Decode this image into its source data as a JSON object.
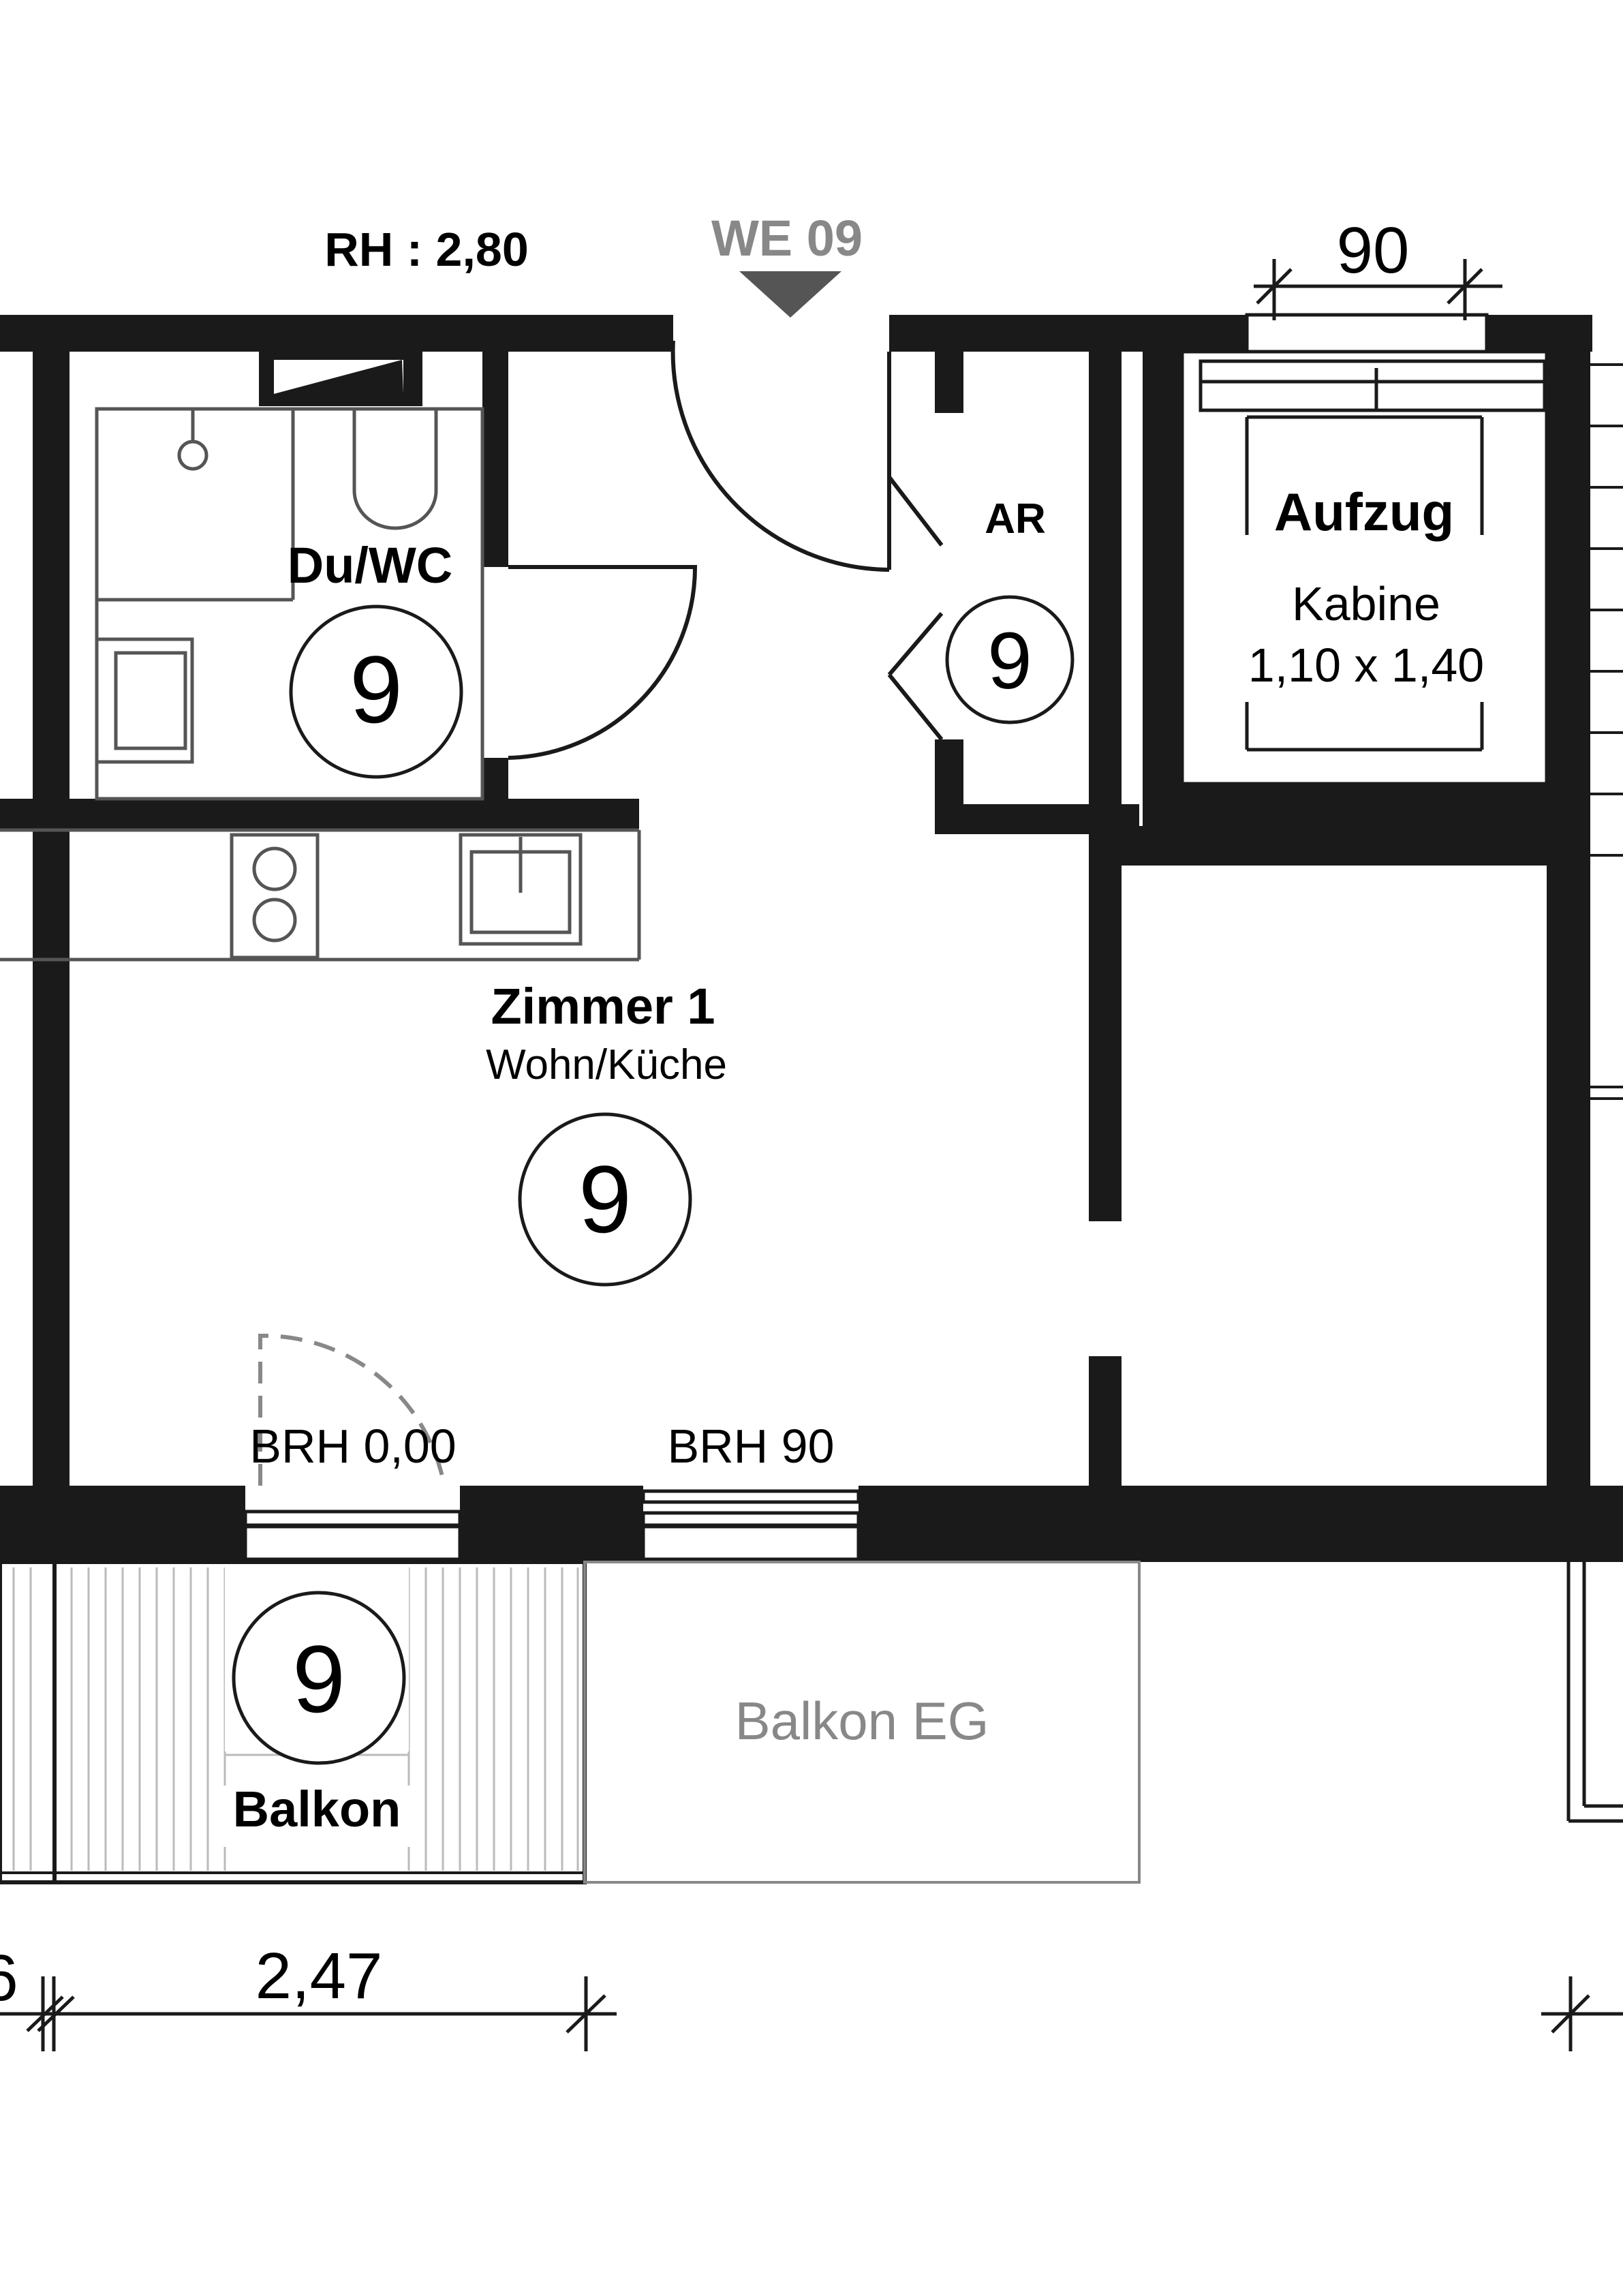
{
  "header": {
    "ceiling_height": "RH : 2,80",
    "unit_id": "WE 09"
  },
  "rooms": {
    "bath": {
      "name": "Du/WC",
      "number": "9"
    },
    "storage": {
      "name": "AR",
      "number": "9"
    },
    "elevator": {
      "name": "Aufzug",
      "cabin_label": "Kabine",
      "cabin_size": "1,10 x 1,40"
    },
    "living": {
      "name": "Zimmer 1",
      "subtitle": "Wohn/Küche",
      "number": "9"
    },
    "balcony": {
      "name": "Balkon",
      "number": "9"
    },
    "balcony_ground": {
      "name": "Balkon EG"
    }
  },
  "openings": {
    "door_sill": "BRH 0,00",
    "window_sill": "BRH 90"
  },
  "dimensions": {
    "elevator_door_width": "90",
    "balcony_width": "2,47",
    "left_partial": "6"
  },
  "colors": {
    "wall": "#1a1a1a",
    "fixture": "#555555",
    "light_label": "#888888"
  }
}
